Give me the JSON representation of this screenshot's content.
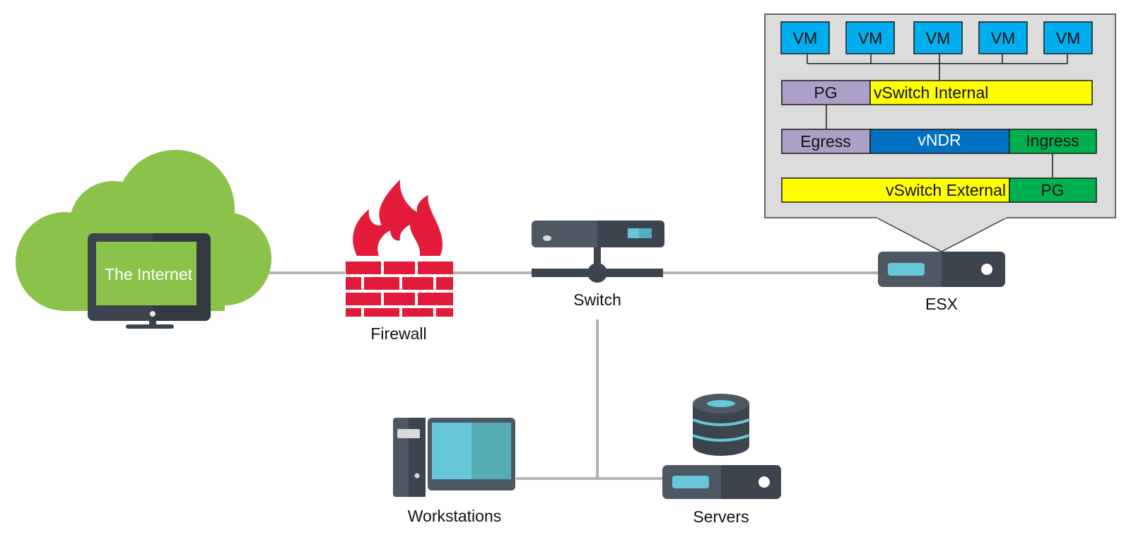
{
  "nodes": {
    "internet": "The Internet",
    "firewall": "Firewall",
    "switch": "Switch",
    "esx": "ESX",
    "workstations": "Workstations",
    "servers": "Servers"
  },
  "esx_detail": {
    "vms": [
      "VM",
      "VM",
      "VM",
      "VM",
      "VM"
    ],
    "vswitch_internal": {
      "pg": "PG",
      "label": "vSwitch Internal"
    },
    "vndr_row": {
      "egress": "Egress",
      "vndr": "vNDR",
      "ingress": "Ingress"
    },
    "vswitch_external": {
      "label": "vSwitch External",
      "pg": "PG"
    }
  },
  "colors": {
    "cloud": "#8BC34A",
    "firewall": "#E31B3A",
    "device_dark": "#3C444D",
    "device_mid": "#4E5863",
    "device_accent": "#67C7D9",
    "link": "#B3B3B3",
    "panel_bg": "#DCDCDC",
    "vm": "#00AEEF",
    "pg": "#ADA0C8",
    "vswitch": "#FFFF00",
    "vndr": "#0070C0",
    "ingress": "#00B050"
  }
}
